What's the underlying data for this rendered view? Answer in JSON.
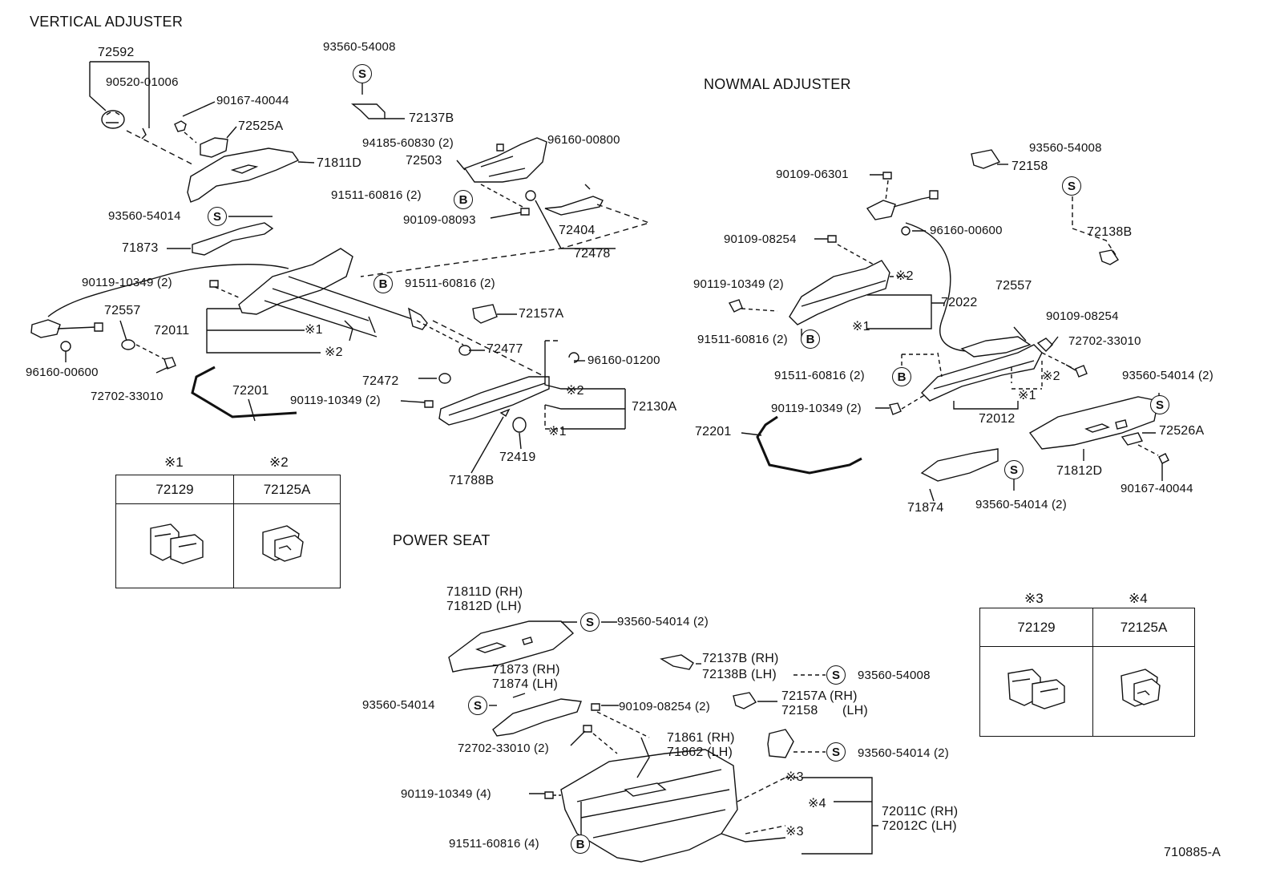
{
  "sections": {
    "vertical": "VERTICAL ADJUSTER",
    "normal": "NOWMAL ADJUSTER",
    "power": "POWER SEAT"
  },
  "doc_number": "710885-A",
  "symbols": {
    "s": "S",
    "b": "B"
  },
  "vertical": {
    "p72592": "72592",
    "p90520": "90520-01006",
    "p90167": "90167-40044",
    "p72525A": "72525A",
    "p71811D": "71811D",
    "p93560a": "93560-54014",
    "p71873": "71873",
    "p90119": "90119-10349 (2)",
    "p72557": "72557",
    "p72011": "72011",
    "m1": "※1",
    "m2": "※2",
    "p96160": "96160-00600",
    "p72702": "72702-33010",
    "p72201": "72201",
    "p93560top": "93560-54008",
    "p72137B": "72137B",
    "p94185": "94185-60830 (2)",
    "p72503": "72503",
    "p96160b": "96160-00800",
    "p91511a": "91511-60816 (2)",
    "p90109": "90109-08093",
    "p72404": "72404",
    "p72478": "72478",
    "p91511b": "91511-60816 (2)",
    "p72157A": "72157A",
    "p72477": "72477",
    "p96160c": "96160-01200",
    "p72472": "72472",
    "p90119b": "90119-10349 (2)",
    "m2b": "※2",
    "p72130A": "72130A",
    "m1b": "※1",
    "p72419": "72419",
    "p71788B": "71788B"
  },
  "table1": {
    "h1": "※1",
    "h2": "※2",
    "c1": "72129",
    "c2": "72125A"
  },
  "normal": {
    "p93560top": "93560-54008",
    "p72158": "72158",
    "p90109a": "90109-06301",
    "p72138B": "72138B",
    "p96160": "96160-00600",
    "p90109b": "90109-08254",
    "p90119": "90119-10349 (2)",
    "m2": "※2",
    "p72022": "72022",
    "m1": "※1",
    "p72557": "72557",
    "p90109c": "90109-08254",
    "p91511a": "91511-60816 (2)",
    "p72702": "72702-33010",
    "p91511b": "91511-60816 (2)",
    "m2b": "※2",
    "p93560a": "93560-54014 (2)",
    "m1b": "※1",
    "p90119b": "90119-10349 (2)",
    "p72012": "72012",
    "p72201": "72201",
    "p72526A": "72526A",
    "p71812D": "71812D",
    "p90167": "90167-40044",
    "p71874": "71874",
    "p93560b": "93560-54014 (2)"
  },
  "power": {
    "p71811D": "71811D (RH)",
    "p71812D": "71812D (LH)",
    "p93560a": "93560-54014 (2)",
    "p71873": "71873 (RH)",
    "p71874": "71874 (LH)",
    "p72137B": "72137B (RH)",
    "p72138B": "72138B (LH)",
    "p93560b": "93560-54008",
    "p93560c": "93560-54014",
    "p90109": "90109-08254 (2)",
    "p72157A": "72157A (RH)",
    "p72158": "72158",
    "p72158lh": "(LH)",
    "p72702": "72702-33010 (2)",
    "p71861": "71861 (RH)",
    "p71862": "71862 (LH)",
    "p93560d": "93560-54014 (2)",
    "m3a": "※3",
    "p90119": "90119-10349 (4)",
    "m4": "※4",
    "p72011C": "72011C (RH)",
    "p72012C": "72012C (LH)",
    "p91511": "91511-60816 (4)",
    "m3b": "※3"
  },
  "table2": {
    "h1": "※3",
    "h2": "※4",
    "c1": "72129",
    "c2": "72125A"
  }
}
